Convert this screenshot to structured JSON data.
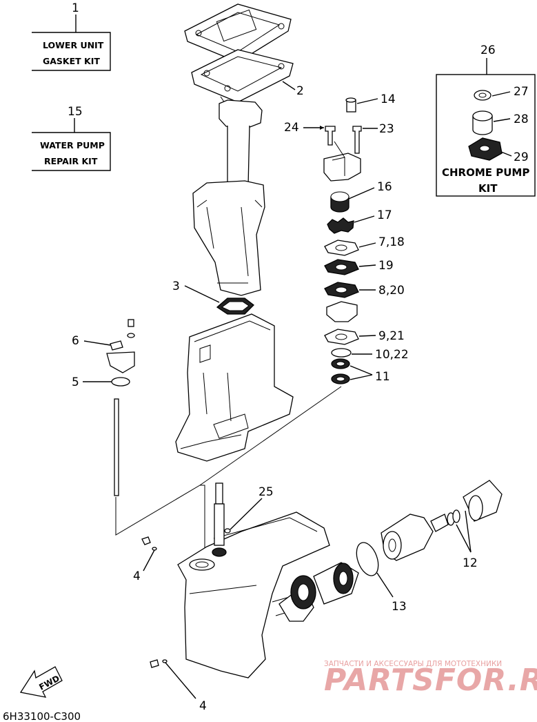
{
  "kits": {
    "lower_unit": {
      "number": "1",
      "line1": "LOWER UNIT",
      "line2": "GASKET KIT"
    },
    "water_pump": {
      "number": "15",
      "line1": "WATER PUMP",
      "line2": "REPAIR KIT"
    },
    "chrome_pump": {
      "number": "26",
      "line1": "CHROME PUMP",
      "line2": "KIT"
    }
  },
  "callouts": {
    "c2": "2",
    "c3": "3",
    "c4a": "4",
    "c4b": "4",
    "c5": "5",
    "c6": "6",
    "c11": "11",
    "c12": "12",
    "c13": "13",
    "c14": "14",
    "c16": "16",
    "c17": "17",
    "c7_18": "7,18",
    "c19": "19",
    "c8_20": "8,20",
    "c9_21": "9,21",
    "c10_22": "10,22",
    "c23": "23",
    "c24": "24",
    "c25": "25",
    "c27": "27",
    "c28": "28",
    "c29": "29"
  },
  "fwd_label": "FWD",
  "diagram_code": "6H33100-C300",
  "watermark": {
    "tagline": "ЗАПЧАСТИ И АКСЕССУАРЫ ДЛЯ МОТОТЕХНИКИ",
    "brand": "PARTSFOR.RU"
  }
}
